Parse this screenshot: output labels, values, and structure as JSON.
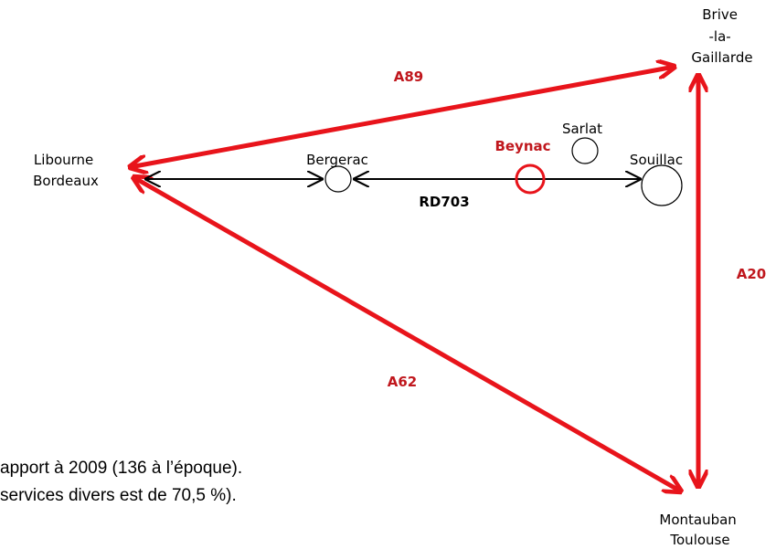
{
  "colors": {
    "road_red": "#e8141b",
    "label_red": "#c0171d",
    "black": "#000000"
  },
  "cities": {
    "brive_line1": "Brive",
    "brive_line2": "-la-",
    "brive_line3": "Gaillarde",
    "libourne_line1": "Libourne",
    "libourne_line2": "Bordeaux",
    "bergerac": "Bergerac",
    "sarlat": "Sarlat",
    "beynac": "Beynac",
    "souillac": "Souillac",
    "montauban_line1": "Montauban",
    "montauban_line2": "Toulouse"
  },
  "roads": {
    "a89": "A89",
    "a20": "A20",
    "a62": "A62",
    "rd703": "RD703"
  },
  "text": {
    "line1": "apport à 2009 (136 à l’époque).",
    "line2": "services divers est de 70,5 %)."
  }
}
